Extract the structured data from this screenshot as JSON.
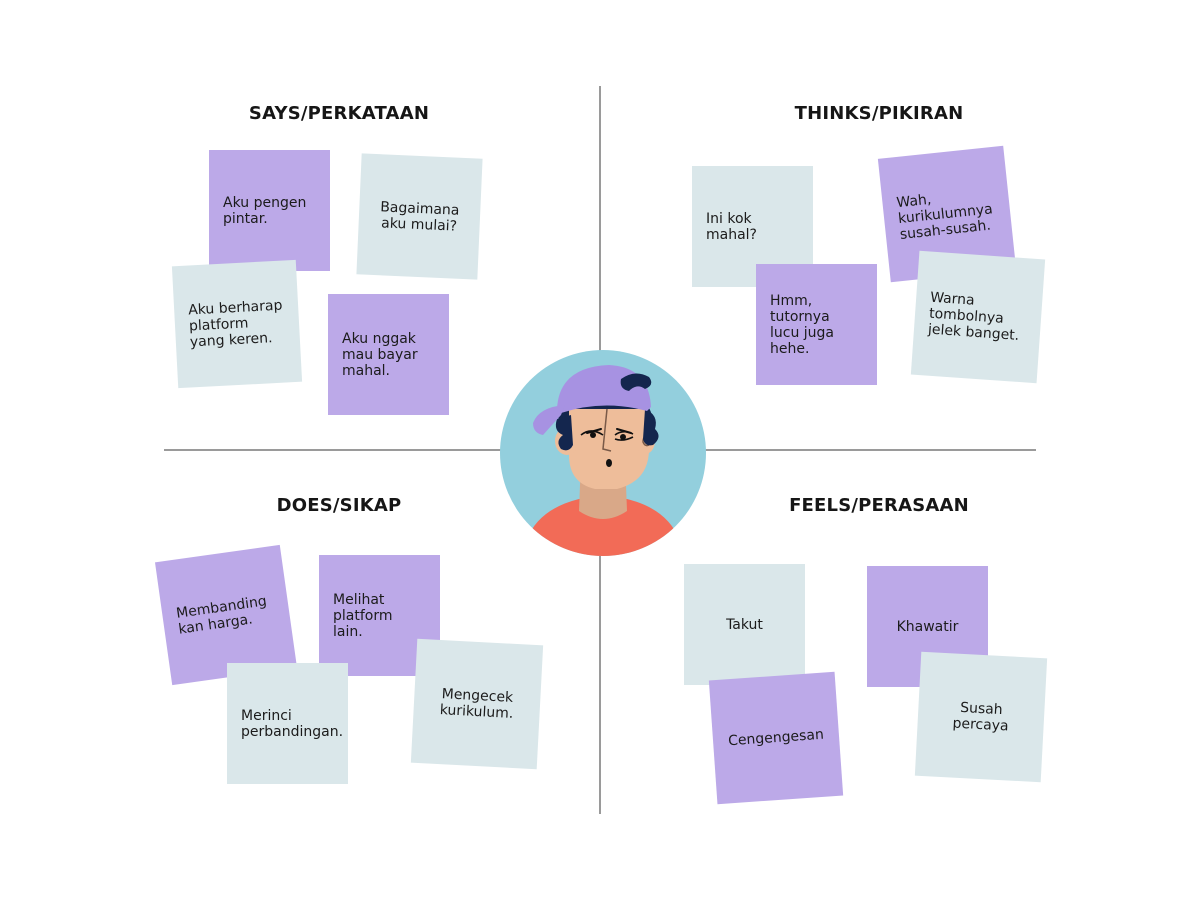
{
  "quadrants": {
    "says": {
      "title": "SAYS/PERKATAAN",
      "notes": [
        "Aku pengen pintar.",
        "Bagaimana aku mulai?",
        "Aku berharap platform yang keren.",
        "Aku nggak mau bayar mahal."
      ]
    },
    "thinks": {
      "title": "THINKS/PIKIRAN",
      "notes": [
        "Ini kok mahal?",
        "Wah, kurikulumnya susah-susah.",
        "Hmm, tutornya lucu juga hehe.",
        "Warna tombolnya jelek banget."
      ]
    },
    "does": {
      "title": "DOES/SIKAP",
      "notes": [
        "Membanding kan harga.",
        "Melihat platform lain.",
        "Merinci perbandingan.",
        "Mengecek kurikulum."
      ]
    },
    "feels": {
      "title": "FEELS/PERASAAN",
      "notes": [
        "Takut",
        "Khawatir",
        "Cengengesan",
        "Susah percaya"
      ]
    }
  },
  "colors": {
    "note_purple": "#bca9e8",
    "note_gray": "#dae7ea",
    "axis": "#9a9a9a",
    "avatar_bg": "#93cfdd",
    "avatar_cap": "#a792e2",
    "avatar_hair": "#14264e",
    "avatar_skin": "#eebd9a",
    "avatar_shirt": "#f26b57"
  },
  "persona": {
    "icon": "persona-avatar-icon"
  }
}
